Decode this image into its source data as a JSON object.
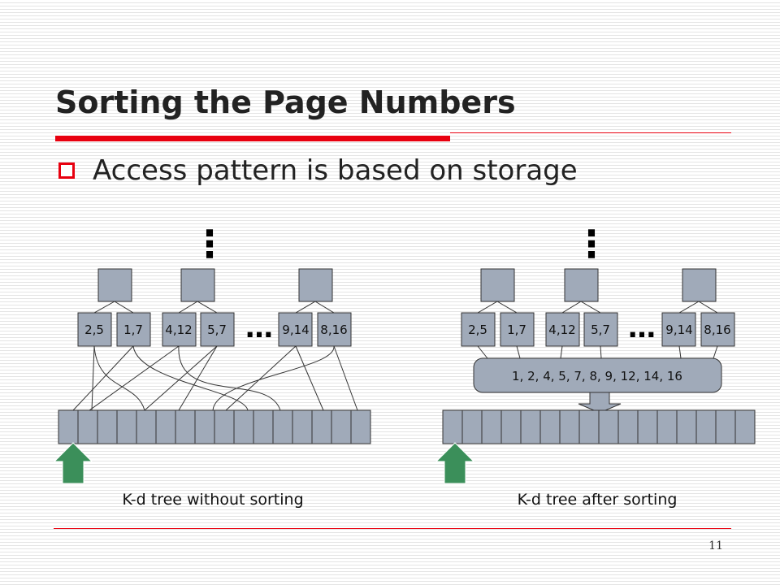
{
  "slide": {
    "title": "Sorting the Page Numbers",
    "bullet": "Access pattern is based on storage",
    "page_number": "11"
  },
  "colors": {
    "node_fill": "#a0aab9",
    "arrow_fill": "#3b8f5a",
    "accent_red": "#e8000f"
  },
  "left_tree": {
    "caption": "K-d tree without sorting",
    "ellipsis_vertical": "⋮",
    "ellipsis_horizontal": "…",
    "leaves": [
      "2,5",
      "1,7",
      "4,12",
      "5,7",
      "9,14",
      "8,16"
    ]
  },
  "right_tree": {
    "caption": "K-d tree after sorting",
    "ellipsis_vertical": "⋮",
    "ellipsis_horizontal": "…",
    "leaves": [
      "2,5",
      "1,7",
      "4,12",
      "5,7",
      "9,14",
      "8,16"
    ],
    "sorted_list": "1, 2, 4, 5, 7, 8, 9, 12, 14, 16"
  }
}
